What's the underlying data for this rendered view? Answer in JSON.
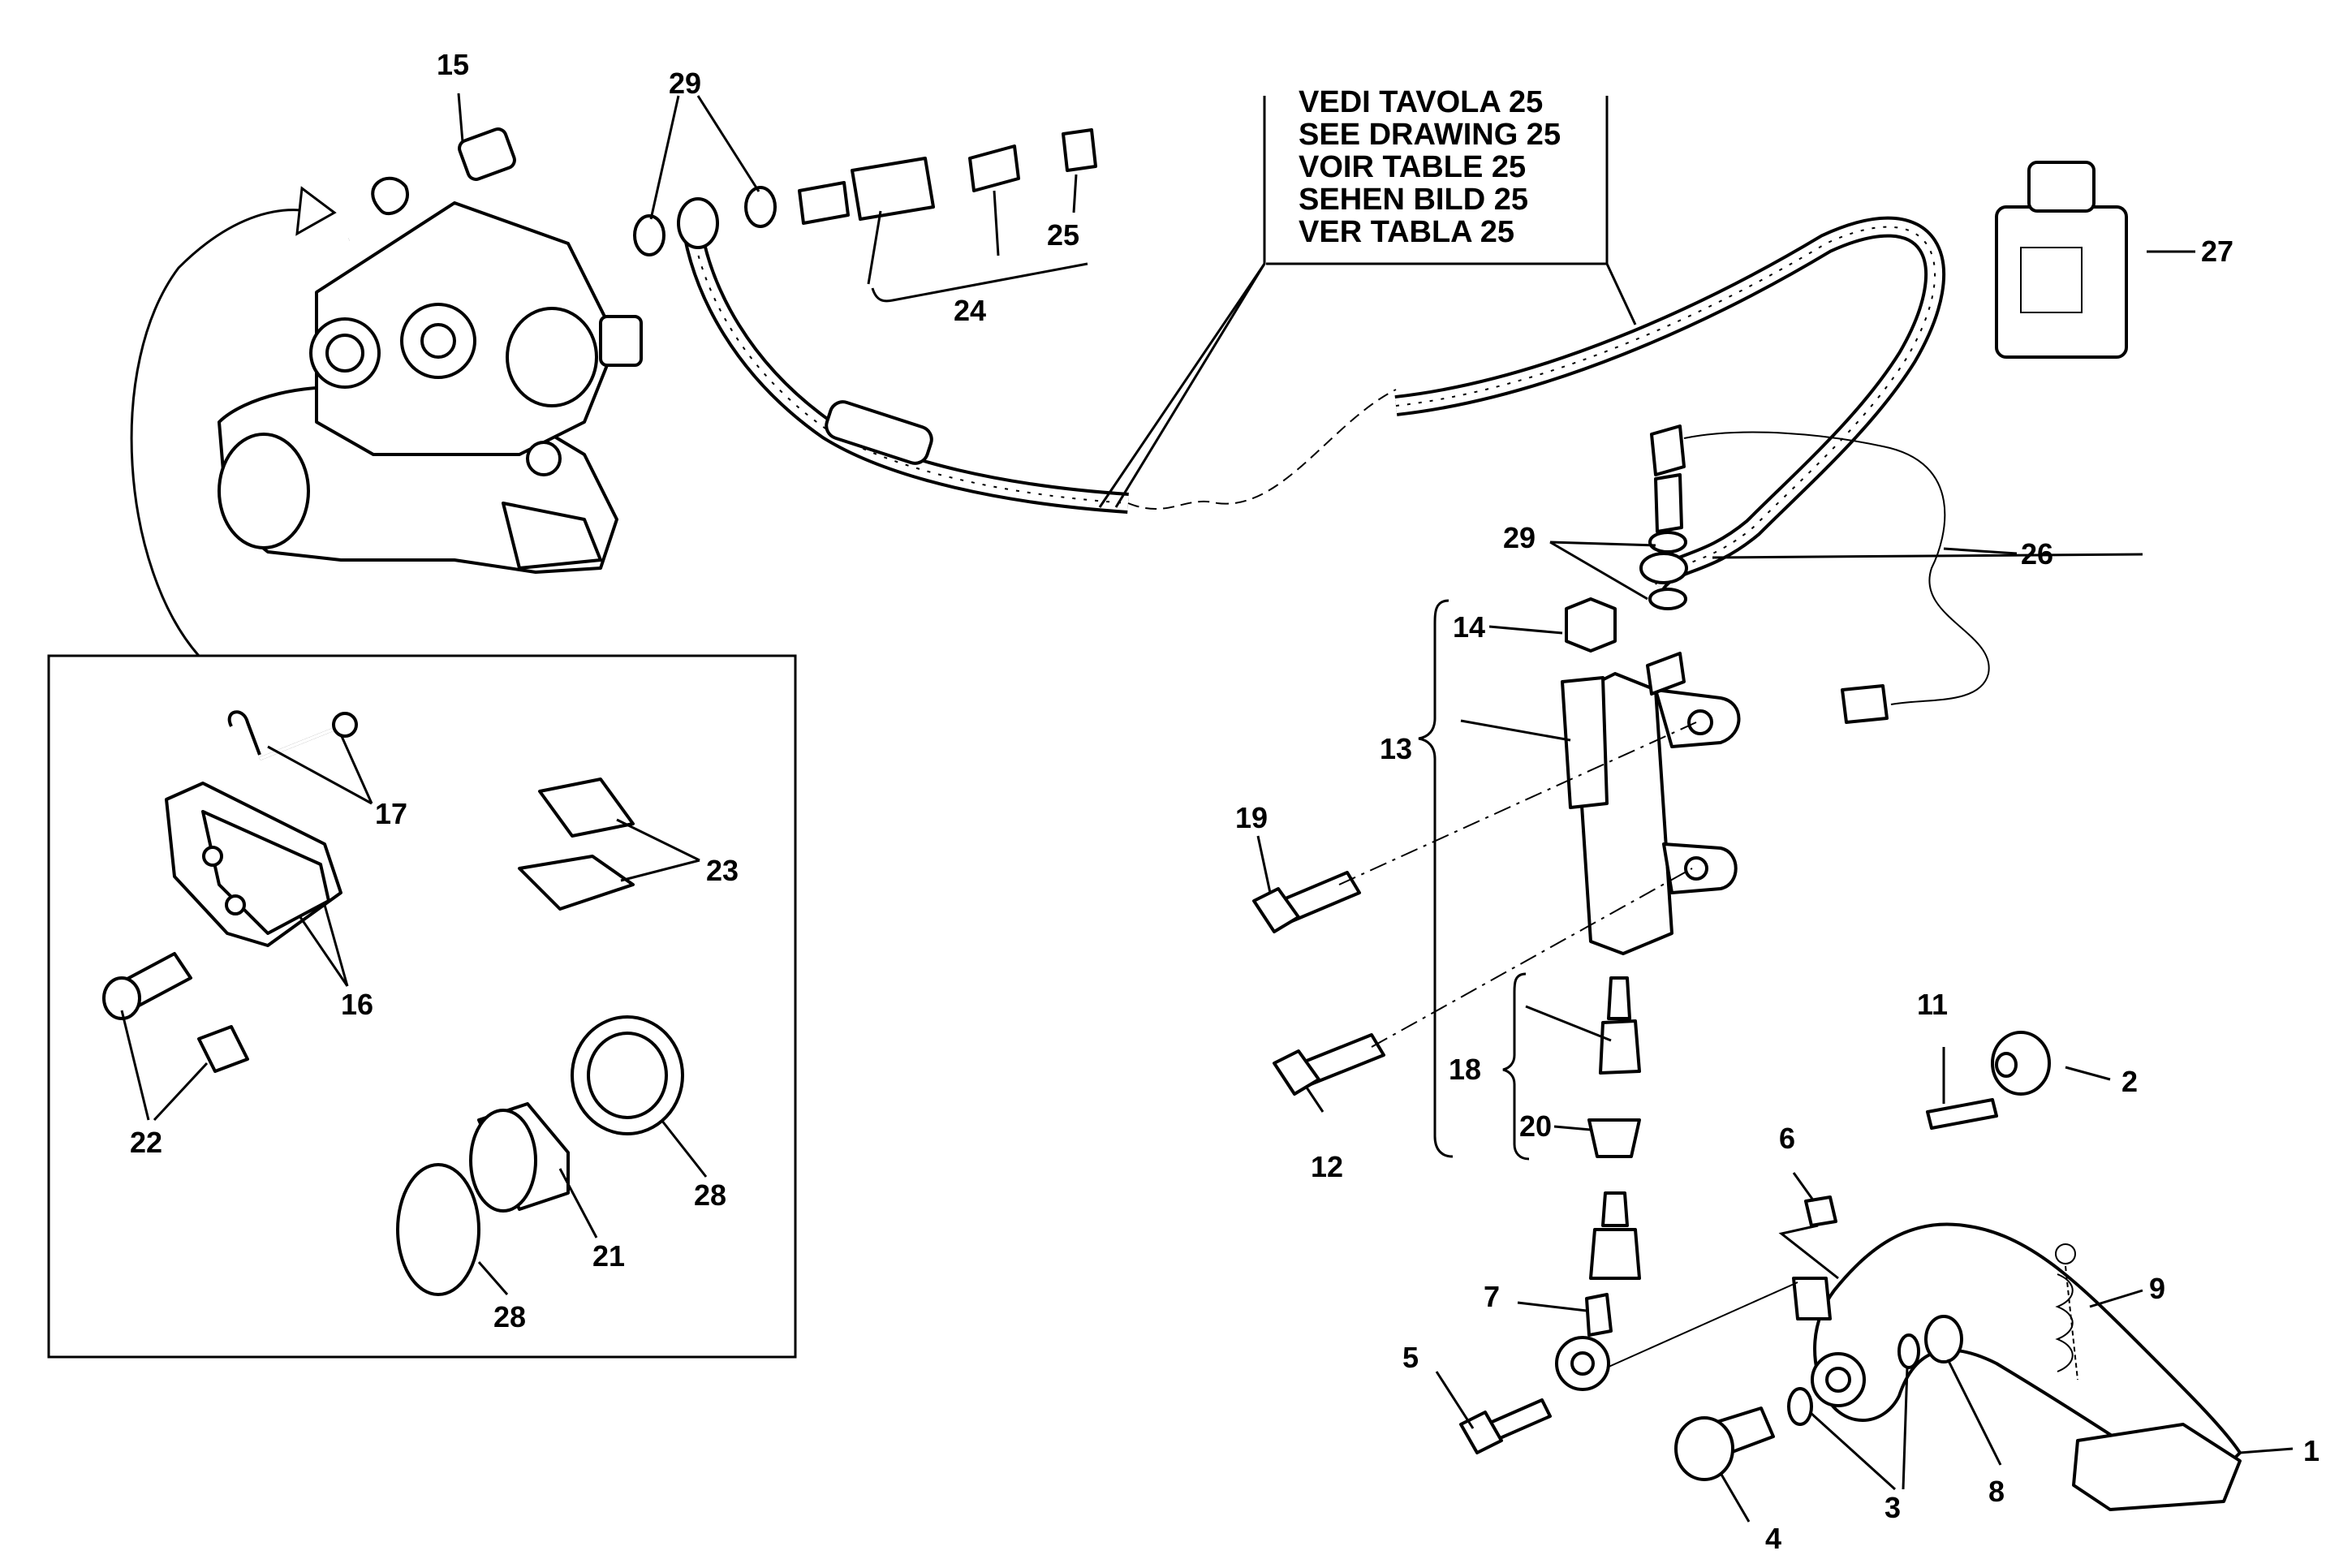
{
  "note": {
    "lines": [
      "VEDI TAVOLA 25",
      "SEE DRAWING 25",
      "VOIR TABLE 25",
      "SEHEN BILD 25",
      "VER TABLA 25"
    ]
  },
  "callouts": {
    "c1": "1",
    "c2": "2",
    "c3": "3",
    "c4": "4",
    "c5": "5",
    "c6": "6",
    "c7": "7",
    "c8": "8",
    "c9": "9",
    "c11": "11",
    "c12": "12",
    "c13": "13",
    "c14": "14",
    "c15": "15",
    "c16": "16",
    "c17": "17",
    "c18": "18",
    "c19": "19",
    "c20": "20",
    "c21": "21",
    "c22": "22",
    "c23": "23",
    "c24": "24",
    "c25": "25",
    "c26": "26",
    "c27": "27",
    "c28a": "28",
    "c28b": "28",
    "c29a": "29",
    "c29b": "29"
  },
  "colors": {
    "ink": "#000000",
    "paper": "#ffffff",
    "shade": "#d8d8d8"
  }
}
